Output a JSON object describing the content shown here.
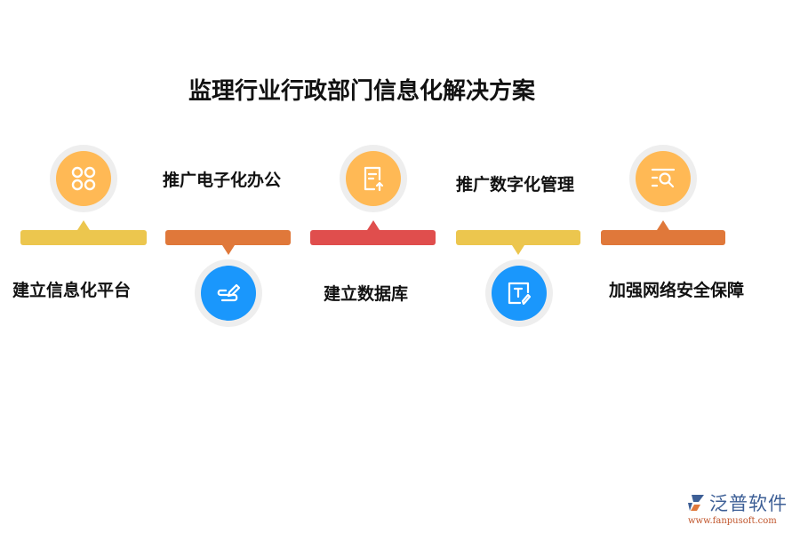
{
  "title": "监理行业行政部门信息化解决方案",
  "colors": {
    "yellow": "#ecc64e",
    "orange": "#e0783a",
    "red": "#e04e4d",
    "icon_orange": "#ffb955",
    "icon_blue": "#1a97fc",
    "ring": "#eeeeee"
  },
  "steps": [
    {
      "label": "建立信息化平台",
      "icon": "apps-grid-icon",
      "bar_color": "yellow",
      "position": "top"
    },
    {
      "label": "推广电子化办公",
      "icon": "pen-signature-icon",
      "bar_color": "orange",
      "position": "bottom"
    },
    {
      "label": "建立数据库",
      "icon": "document-upload-icon",
      "bar_color": "red",
      "position": "top"
    },
    {
      "label": "推广数字化管理",
      "icon": "text-edit-icon",
      "bar_color": "yellow",
      "position": "bottom"
    },
    {
      "label": "加强网络安全保障",
      "icon": "list-search-icon",
      "bar_color": "orange",
      "position": "top"
    }
  ],
  "watermark": {
    "brand": "泛普软件",
    "url": "www.fanpusoft.com"
  }
}
